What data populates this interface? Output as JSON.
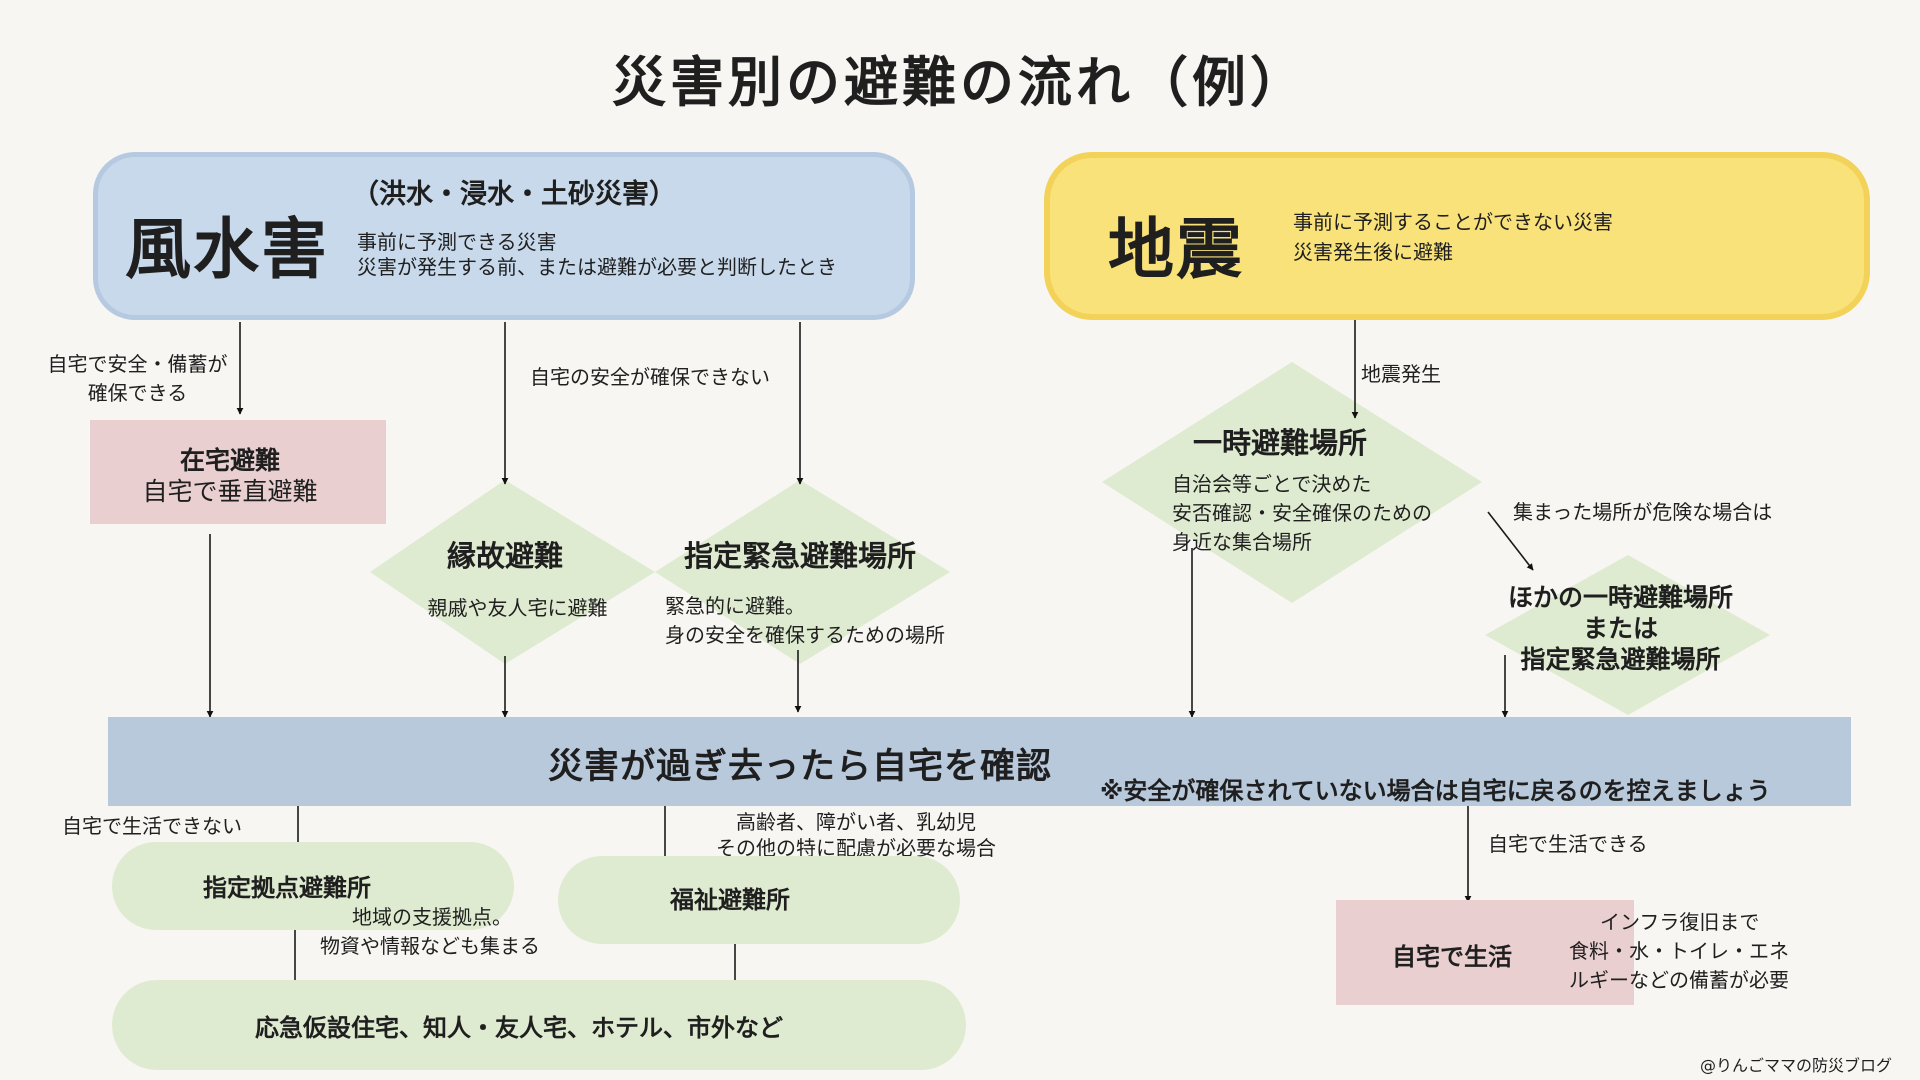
{
  "title": "災害別の避難の流れ（例）",
  "fusuigai": {
    "name": "風水害",
    "kinds": "（洪水・浸水・土砂災害）",
    "desc1": "事前に予測できる災害",
    "desc2": "災害が発生する前、または避難が必要と判断したとき",
    "label_safe_1": "自宅で安全・備蓄が",
    "label_safe_2": "確保できる",
    "label_unsafe": "自宅の安全が確保できない",
    "zaitaku_title": "在宅避難",
    "zaitaku_sub": "自宅で垂直避難",
    "enko_title": "縁故避難",
    "enko_sub": "親戚や友人宅に避難",
    "shitei_title": "指定緊急避難場所",
    "shitei_sub1": "緊急的に避難。",
    "shitei_sub2": "身の安全を確保するための場所"
  },
  "jishin": {
    "name": "地震",
    "desc1": "事前に予測することができない災害",
    "desc2": "災害発生後に避難",
    "label_occur": "地震発生",
    "ichiji_title": "一時避難場所",
    "ichiji_sub1": "自治会等ごとで決めた",
    "ichiji_sub2": "安否確認・安全確保のための",
    "ichiji_sub3": "身近な集合場所",
    "label_danger": "集まった場所が危険な場合は",
    "other_1": "ほかの一時避難場所",
    "other_2": "または",
    "other_3": "指定緊急避難場所"
  },
  "band": {
    "main": "災害が過ぎ去ったら自宅を確認",
    "note": "※安全が確保されていない場合は自宅に戻るのを控えましょう"
  },
  "after": {
    "label_cannot": "自宅で生活できない",
    "kyoten_title": "指定拠点避難所",
    "kyoten_sub1": "地域の支援拠点。",
    "kyoten_sub2": "物資や情報なども集まる",
    "label_care1": "高齢者、障がい者、乳幼児",
    "label_care2": "その他の特に配慮が必要な場合",
    "fukushi_title": "福祉避難所",
    "final": "応急仮設住宅、知人・友人宅、ホテル、市外など",
    "label_can": "自宅で生活できる",
    "home_title": "自宅で生活",
    "home_note1": "インフラ復旧まで",
    "home_note2": "食料・水・トイレ・エネ",
    "home_note3": "ルギーなどの備蓄が必要"
  },
  "credit": "@りんごママの防災ブログ",
  "colors": {
    "fusui_fill": "#c9d9ec",
    "jishin_fill": "#f9e27a",
    "pink_box": "#e9cfcf",
    "green": "#dfebd0",
    "band": "#b9c9dc"
  }
}
